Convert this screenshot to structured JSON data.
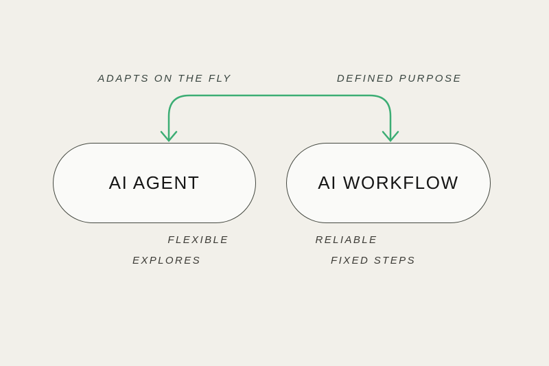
{
  "colors": {
    "background": "#F2F0EA",
    "box-fill": "#FAFAF8",
    "box-border": "#43473F",
    "accent-green": "#3CAD74",
    "annotation-color": "#394540",
    "trait-color": "#3B3A35",
    "title-color": "#151515"
  },
  "annotations": {
    "left_top_label": "ADAPTS ON THE FLY",
    "right_top_label": "DEFINED PURPOSE"
  },
  "nodes": [
    {
      "title": "AI AGENT",
      "traits": [
        "FLEXIBLE",
        "EXPLORES"
      ]
    },
    {
      "title": "AI WORKFLOW",
      "traits": [
        "RELIABLE",
        "FIXED STEPS"
      ]
    }
  ]
}
